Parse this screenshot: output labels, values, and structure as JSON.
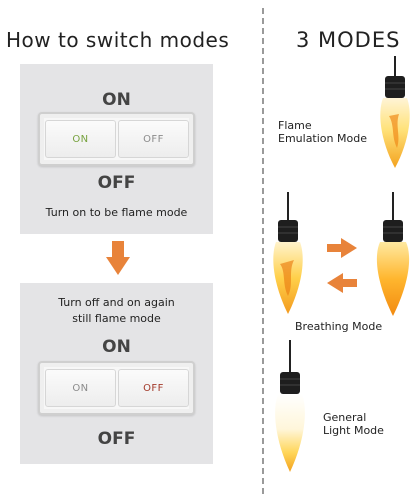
{
  "left_heading": "How to switch modes",
  "right_heading": "3 MODES",
  "top_panel": {
    "on_label": "ON",
    "off_label": "OFF",
    "switch_on": "ON",
    "switch_off": "OFF",
    "active": "on",
    "caption": "Turn on to be flame mode"
  },
  "bottom_panel": {
    "caption_line1": "Turn off and on again",
    "caption_line2": "still flame mode",
    "on_label": "ON",
    "off_label": "OFF",
    "switch_on": "ON",
    "switch_off": "OFF",
    "active": "off"
  },
  "modes": [
    {
      "line1": "Flame",
      "line2": "Emulation Mode"
    },
    {
      "line1": "Breathing Mode",
      "line2": ""
    },
    {
      "line1": "General",
      "line2": "Light Mode"
    }
  ],
  "colors": {
    "arrow": "#e8833a",
    "panel": "#e4e4e6",
    "on_active": "#77a23e",
    "off_active": "#a33a2a",
    "flame_orange": "#f39a1e",
    "flame_yellow": "#ffd24a"
  },
  "icons": [
    "down-arrow-icon",
    "right-arrow-icon",
    "left-arrow-icon",
    "flame-bulb-icon",
    "light-bulb-icon"
  ]
}
